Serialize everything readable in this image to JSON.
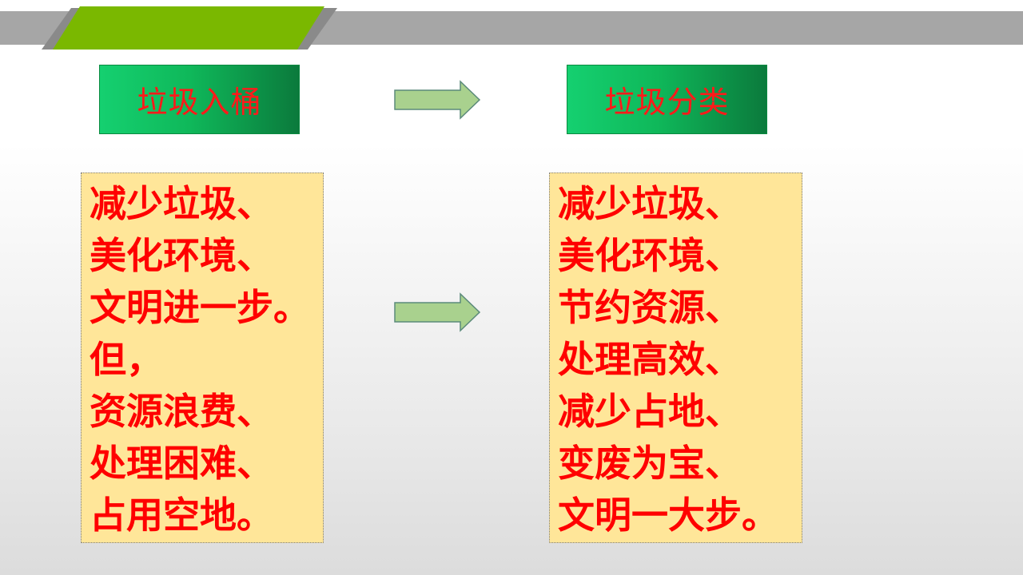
{
  "slide": {
    "left_title": "垃圾入桶",
    "right_title": "垃圾分类",
    "left_lines": [
      "减少垃圾、",
      "美化环境、",
      "文明进一步。",
      "但，",
      "资源浪费、",
      "处理困难、",
      "占用空地。"
    ],
    "right_lines": [
      "减少垃圾、",
      "美化环境、",
      "节约资源、",
      "处理高效、",
      "减少占地、",
      "变废为宝、",
      "文明一大步。"
    ]
  },
  "colors": {
    "title_text": "#ff1a1a",
    "body_text": "#ff0000",
    "box_fill": "#ffe699",
    "accent_green": "#7ab800",
    "arrow_fill": "#a9d18e",
    "top_bar": "#a6a6a6"
  },
  "icons": {
    "arrow": "right-arrow-icon"
  }
}
